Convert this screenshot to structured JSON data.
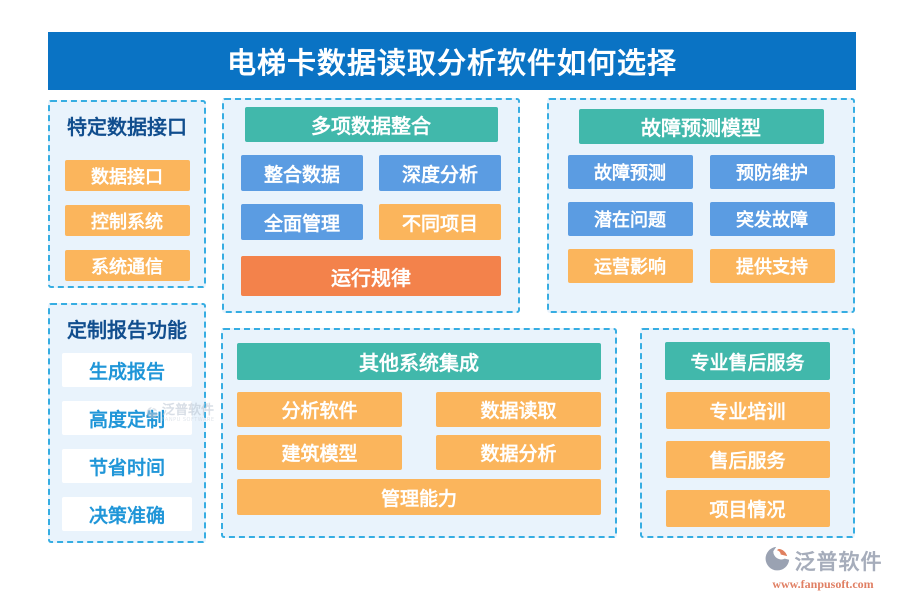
{
  "title": "电梯卡数据读取分析软件如何选择",
  "colors": {
    "banner_bg": "#0a73c4",
    "panel_bg": "#e9f3fc",
    "panel_border": "#36ade2",
    "teal_header": "#41b8ab",
    "blue_chip": "#5b9ce2",
    "orange_chip": "#fbb55c",
    "deep_orange_chip": "#f3824b",
    "navy_heading": "#114e8e",
    "azure_text": "#2096d8",
    "footer_gray": "#a6adbb",
    "footer_orange": "#e07f63"
  },
  "panels": {
    "data_interface": {
      "header": "特定数据接口",
      "items": [
        "数据接口",
        "控制系统",
        "系统通信"
      ]
    },
    "custom_report": {
      "header": "定制报告功能",
      "items": [
        "生成报告",
        "高度定制",
        "节省时间",
        "决策准确"
      ]
    },
    "data_integration": {
      "header": "多项数据整合",
      "items": [
        "整合数据",
        "深度分析",
        "全面管理",
        "不同项目",
        "运行规律"
      ]
    },
    "system_integration": {
      "header": "其他系统集成",
      "items": [
        "分析软件",
        "数据读取",
        "建筑模型",
        "数据分析",
        "管理能力"
      ]
    },
    "fault_prediction": {
      "header": "故障预测模型",
      "items": [
        "故障预测",
        "预防维护",
        "潜在问题",
        "突发故障",
        "运营影响",
        "提供支持"
      ]
    },
    "after_sales": {
      "header": "专业售后服务",
      "items": [
        "专业培训",
        "售后服务",
        "项目情况"
      ]
    }
  },
  "watermark": {
    "brand": "泛普软件",
    "sub": "FANPU SOFTWARE"
  },
  "footer": {
    "brand": "泛普软件",
    "url": "www.fanpusoft.com"
  }
}
